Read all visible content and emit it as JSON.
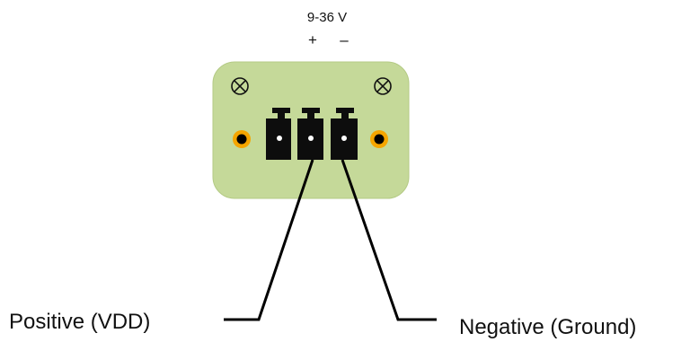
{
  "voltage_label": "9-36 V",
  "polarity": {
    "positive_sign": "+",
    "negative_sign": "–"
  },
  "leads": {
    "positive_label": "Positive (VDD)",
    "negative_label": "Negative (Ground)"
  },
  "terminal_count": 3,
  "icons": [
    "screw-icon",
    "mounting-hole-icon",
    "terminal-pin-icon"
  ],
  "colors": {
    "board": "#c5d999",
    "board_stroke": "#b4ca85",
    "terminal": "#0d0d0d",
    "mounting_hole": "#f5a500",
    "wire": "#000000"
  }
}
